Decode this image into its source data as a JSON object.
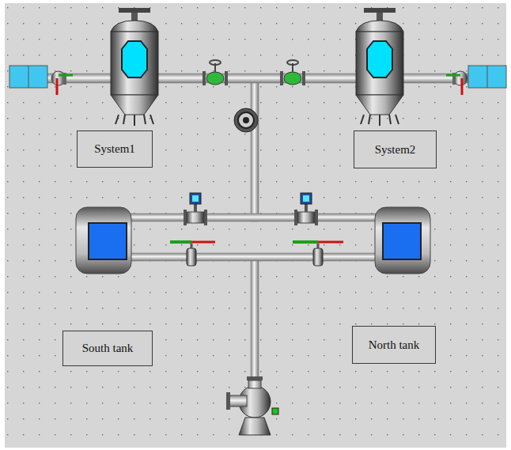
{
  "diagram": {
    "nodes": [
      {
        "text": [
          "System1"
        ]
      },
      {
        "text": [
          "System2"
        ]
      },
      {
        "text": [
          "South tank"
        ]
      },
      {
        "text": [
          "North tank"
        ]
      }
    ]
  }
}
